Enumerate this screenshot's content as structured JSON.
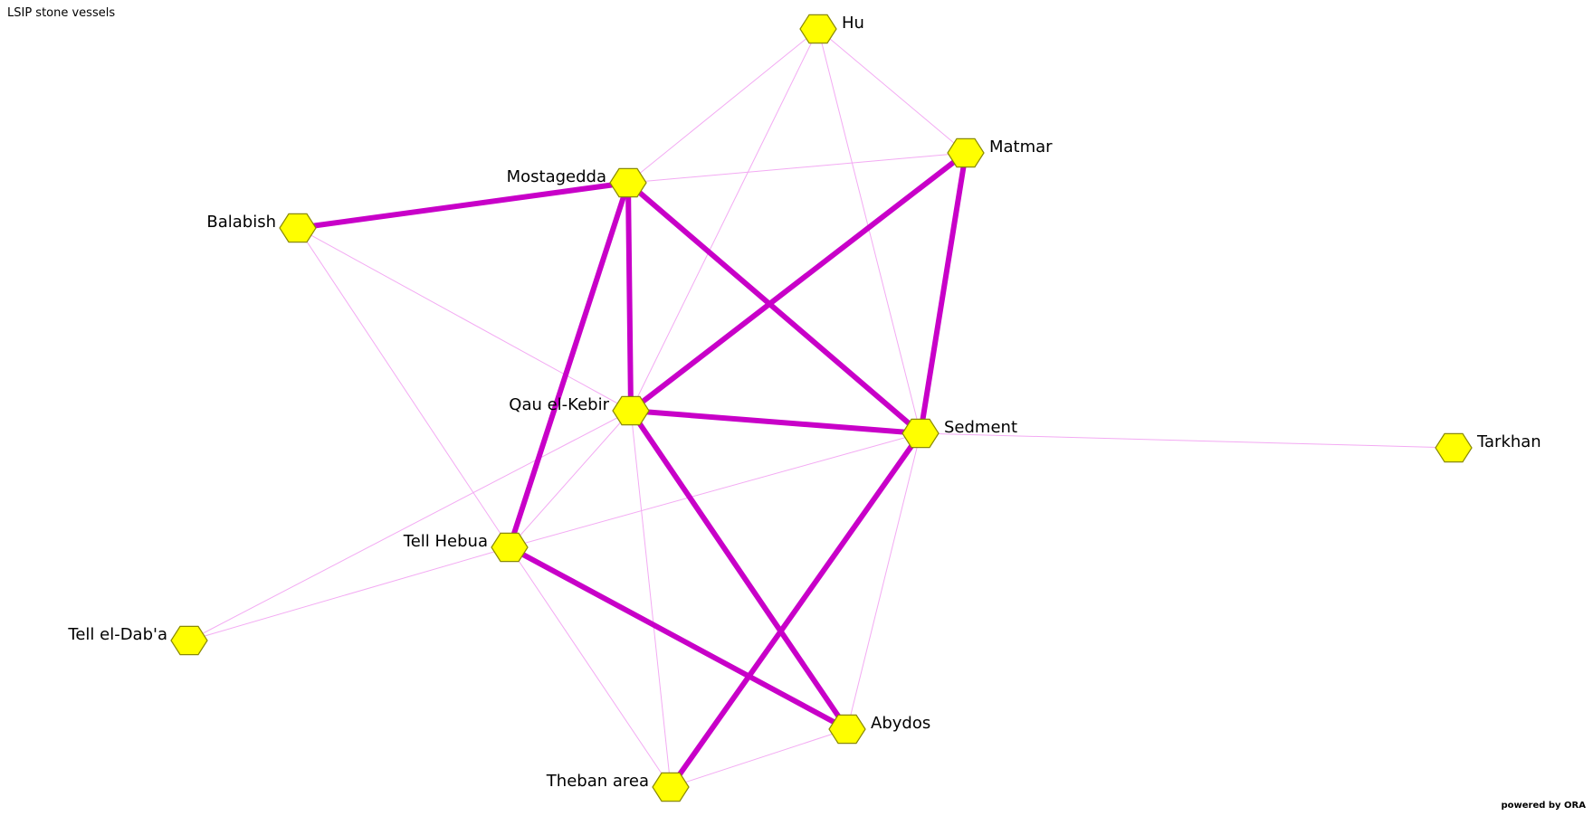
{
  "title": "LSIP stone vessels",
  "credit": "powered by ORA",
  "colors": {
    "strong_edge": "#c800c8",
    "weak_edge": "#f3aaf3",
    "node_fill": "#ffff00",
    "node_stroke": "#8a8a00"
  },
  "nodes": [
    {
      "id": "hu",
      "label": "Hu"
    },
    {
      "id": "matmar",
      "label": "Matmar"
    },
    {
      "id": "mostagedda",
      "label": "Mostagedda"
    },
    {
      "id": "balabish",
      "label": "Balabish"
    },
    {
      "id": "qau",
      "label": "Qau el-Kebir"
    },
    {
      "id": "sedment",
      "label": "Sedment"
    },
    {
      "id": "tarkhan",
      "label": "Tarkhan"
    },
    {
      "id": "tellhebua",
      "label": "Tell Hebua"
    },
    {
      "id": "telldaba",
      "label": "Tell el-Dab'a"
    },
    {
      "id": "abydos",
      "label": "Abydos"
    },
    {
      "id": "theban",
      "label": "Theban area"
    }
  ],
  "edges": [
    {
      "source": "balabish",
      "target": "mostagedda",
      "weight": "strong"
    },
    {
      "source": "mostagedda",
      "target": "qau",
      "weight": "strong"
    },
    {
      "source": "mostagedda",
      "target": "tellhebua",
      "weight": "strong"
    },
    {
      "source": "mostagedda",
      "target": "sedment",
      "weight": "strong"
    },
    {
      "source": "matmar",
      "target": "qau",
      "weight": "strong"
    },
    {
      "source": "matmar",
      "target": "sedment",
      "weight": "strong"
    },
    {
      "source": "qau",
      "target": "sedment",
      "weight": "strong"
    },
    {
      "source": "qau",
      "target": "abydos",
      "weight": "strong"
    },
    {
      "source": "tellhebua",
      "target": "abydos",
      "weight": "strong"
    },
    {
      "source": "sedment",
      "target": "theban",
      "weight": "strong"
    },
    {
      "source": "hu",
      "target": "mostagedda",
      "weight": "weak"
    },
    {
      "source": "hu",
      "target": "matmar",
      "weight": "weak"
    },
    {
      "source": "hu",
      "target": "qau",
      "weight": "weak"
    },
    {
      "source": "hu",
      "target": "sedment",
      "weight": "weak"
    },
    {
      "source": "mostagedda",
      "target": "matmar",
      "weight": "weak"
    },
    {
      "source": "balabish",
      "target": "qau",
      "weight": "weak"
    },
    {
      "source": "balabish",
      "target": "tellhebua",
      "weight": "weak"
    },
    {
      "source": "qau",
      "target": "tellhebua",
      "weight": "weak"
    },
    {
      "source": "qau",
      "target": "telldaba",
      "weight": "weak"
    },
    {
      "source": "qau",
      "target": "theban",
      "weight": "weak"
    },
    {
      "source": "sedment",
      "target": "tarkhan",
      "weight": "weak"
    },
    {
      "source": "sedment",
      "target": "tellhebua",
      "weight": "weak"
    },
    {
      "source": "sedment",
      "target": "abydos",
      "weight": "weak"
    },
    {
      "source": "tellhebua",
      "target": "telldaba",
      "weight": "weak"
    },
    {
      "source": "tellhebua",
      "target": "theban",
      "weight": "weak"
    },
    {
      "source": "abydos",
      "target": "theban",
      "weight": "weak"
    }
  ]
}
